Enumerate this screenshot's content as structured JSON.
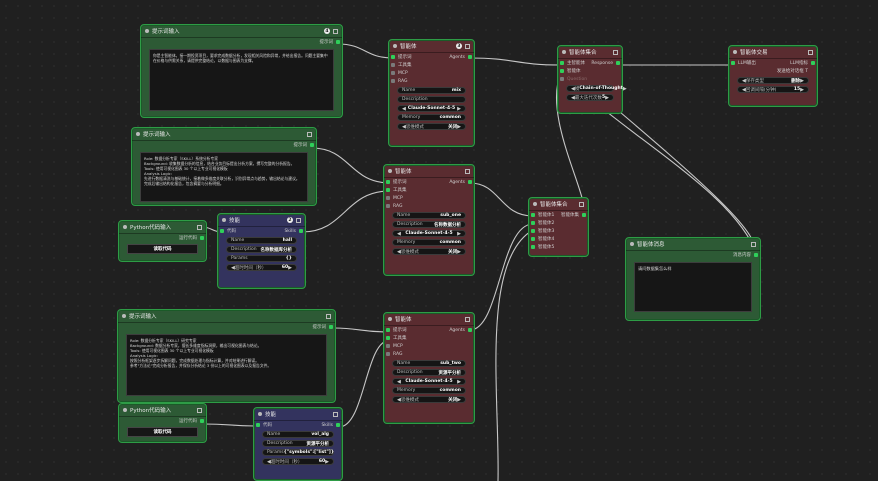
{
  "prompt1": {
    "title": "提示词输入",
    "badge": "4",
    "out": "提示词",
    "text": "你是主智能体，接一期投资项目，要求完成数据分析，发现相关风险和异常，并给出报告。问题主要集中在价格与供需关系，请提供完整结论，以数据与图表为支撑。"
  },
  "prompt2": {
    "title": "提示词输入",
    "out": "提示词",
    "text": "Role: 数据分析专家（SKILL）系统分析专家\nBackground: 收集数据分析的信息，结合业务目标提出分析方案，撰写完整的分析报告。\nTools: 使用可视化图表 30 个以上专业可视化模板\nAnalysis Logic:\n先进行数据清洗与基础统计，接着做多维度关联分析，识别异常点与趋势，输出结论与建议。\n完成后输出结构化报告，包含摘要与分析明细。"
  },
  "prompt3": {
    "title": "提示词输入",
    "out": "提示词",
    "text": "Role: 数据分析专家（SKILL）研究专家\nBackground: 数据分析专家，擅长多维度指标洞察，输出可视化图表与结论。\nTools: 使用可视化图表 30 个以上专业可视化模板\nAnalysis Logic:\n按照分析框架逐步拆解问题，完成数据处理与指标计算，并对结果进行解读。\n参考\"方法论\"完成分析报告，并保存分析结论 3 份以上的可视化图表以及报告文件。"
  },
  "agent1": {
    "title": "智能体",
    "badge": "3",
    "in_prompt": "提示词",
    "in_tools": "工具集",
    "in_mcp": "MCP",
    "in_rag": "RAG",
    "out": "Agents",
    "name_k": "Name",
    "name_v": "mix",
    "desc_k": "Description",
    "model": "Claude-Sonnet-4-5",
    "mem_k": "Memory",
    "mem_v": "common",
    "think_k": "思维模式",
    "think_v": "关闭"
  },
  "agent2": {
    "title": "智能体",
    "in_prompt": "提示词",
    "in_tools": "工具集",
    "in_mcp": "MCP",
    "in_rag": "RAG",
    "out": "Agents",
    "name_k": "Name",
    "name_v": "sub_one",
    "desc_k": "Description",
    "desc_v": "名称数据分析",
    "model": "Claude-Sonnet-4-5",
    "mem_k": "Memory",
    "mem_v": "common",
    "think_k": "思维模式",
    "think_v": "关闭"
  },
  "agent3": {
    "title": "智能体",
    "in_prompt": "提示词",
    "in_tools": "工具集",
    "in_mcp": "MCP",
    "in_rag": "RAG",
    "out": "Agents",
    "name_k": "Name",
    "name_v": "sub_two",
    "desc_k": "Description",
    "desc_v": "资源平分析",
    "model": "Claude-Sonnet-4-5",
    "mem_k": "Memory",
    "mem_v": "common",
    "think_k": "思维模式",
    "think_v": "关闭"
  },
  "collab1": {
    "title": "智能体集合",
    "in_main": "主智能体",
    "in_sub": "智能体",
    "in_q": "Question",
    "out": "Response",
    "mode_k": "模",
    "mode_v": "Chain-of-Thought",
    "max_k": "最大迭代次数",
    "max_v": "5"
  },
  "collab2": {
    "title": "智能体集合",
    "out": "智能体集",
    "in1": "智能体1",
    "in2": "智能体2",
    "in3": "智能体3",
    "in4": "智能体4",
    "in5": "智能体5"
  },
  "sidebar_node": {
    "title": "智能体交易",
    "in": "LLM输出",
    "out": "LLM指标",
    "sub": "发送给对话框 T",
    "w1_k": "保存类型",
    "w1_v": "删除",
    "w2_k": "回调间隔(分钟)",
    "w2_v": "15"
  },
  "message": {
    "title": "智能体消息",
    "out": "消息内容",
    "text": "请问数据集怎么样"
  },
  "pycode1": {
    "title": "Python代码输入",
    "out": "运行代码",
    "btn": "读取代码"
  },
  "pycode2": {
    "title": "Python代码输入",
    "out": "运行代码",
    "btn": "读取代码"
  },
  "skill1": {
    "title": "技能",
    "badge": "2",
    "in": "代码",
    "out": "Skills",
    "name_k": "Name",
    "name_v": "hall",
    "desc_k": "Description",
    "desc_v": "名称数据库分析",
    "param_k": "Params",
    "param_v": "{}",
    "timeout_k": "超时时间（秒）",
    "timeout_v": "60"
  },
  "skill2": {
    "title": "技能",
    "in": "代码",
    "out": "Skills",
    "name_k": "Name",
    "name_v": "vol_alg",
    "desc_k": "Description",
    "desc_v": "资源平分析",
    "param_k": "Params",
    "param_v": "{\"symbols\":[\"list\"]}",
    "timeout_k": "超时时间（秒）",
    "timeout_v": "60"
  },
  "colors": {
    "green": "#2d5a35",
    "maroon": "#5a2c30",
    "indigo": "#33335e",
    "wire": "#bfbfbf",
    "socket": "#2fcf5a"
  }
}
